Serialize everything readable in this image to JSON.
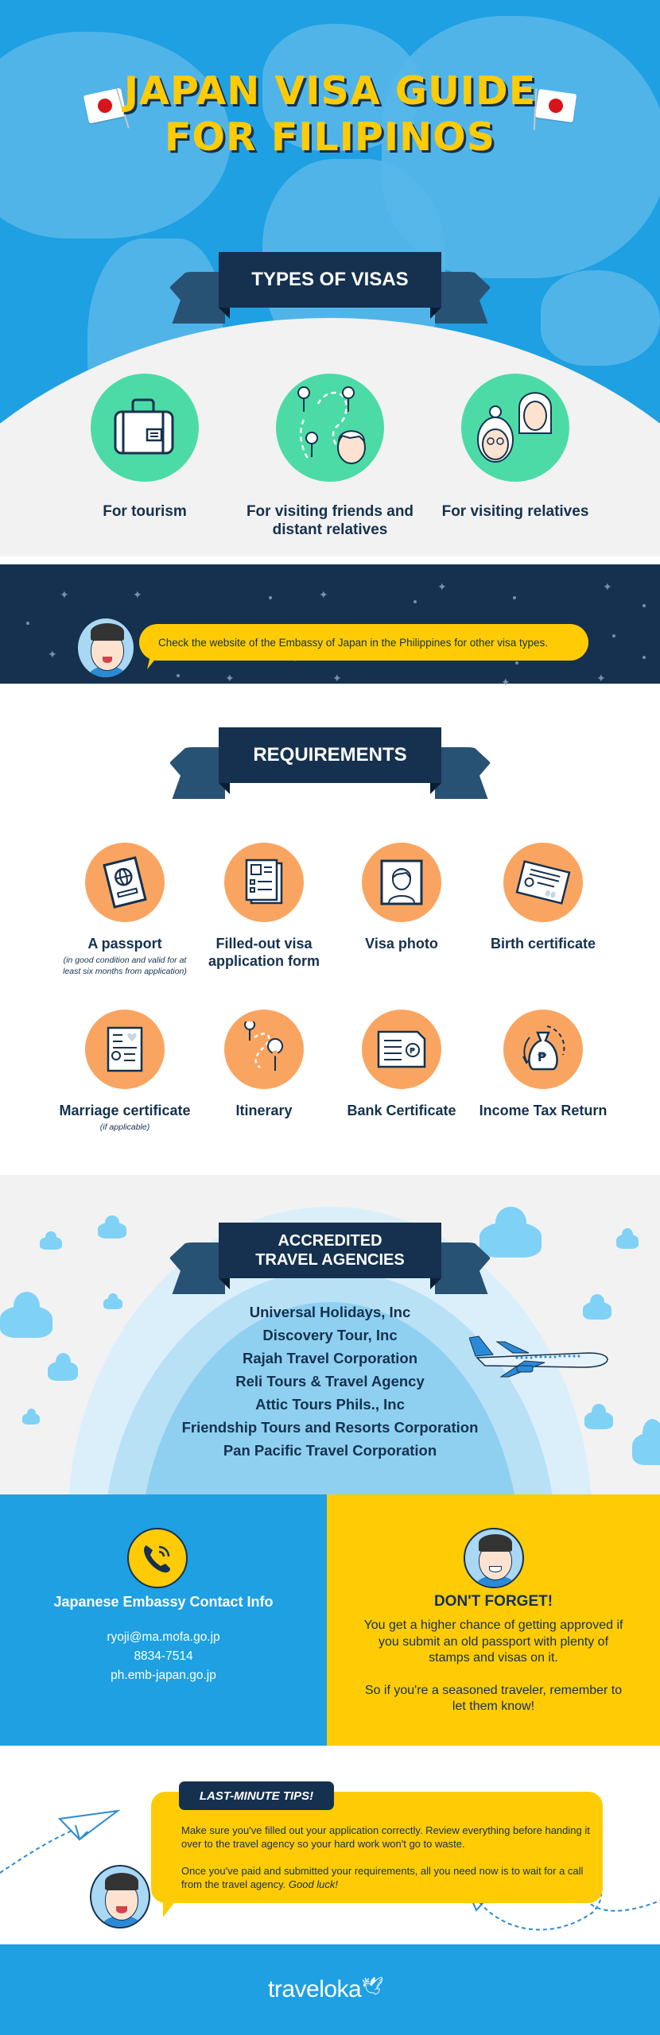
{
  "header": {
    "title_line1": "JAPAN VISA GUIDE",
    "title_line2": "FOR FILIPINOS",
    "flag_icon": "japan-flag-icon"
  },
  "visa_types": {
    "heading": "TYPES OF VISAS",
    "items": [
      {
        "label": "For tourism",
        "icon": "suitcase-icon"
      },
      {
        "label": "For visiting friends and distant relatives",
        "icon": "map-pins-person-icon"
      },
      {
        "label": "For visiting relatives",
        "icon": "elderly-relatives-icon"
      }
    ]
  },
  "embassy_tip": {
    "text": "Check the website of the Embassy of Japan in the Philippines for other visa types."
  },
  "requirements": {
    "heading": "REQUIREMENTS",
    "items": [
      {
        "label": "A passport",
        "note": "(in good condition and valid for at least six months from application)",
        "icon": "passport-icon"
      },
      {
        "label": "Filled-out visa application form",
        "note": "",
        "icon": "form-icon"
      },
      {
        "label": "Visa photo",
        "note": "",
        "icon": "photo-icon"
      },
      {
        "label": "Birth certificate",
        "note": "",
        "icon": "certificate-icon"
      },
      {
        "label": "Marriage certificate",
        "note": "(if applicable)",
        "icon": "marriage-certificate-icon"
      },
      {
        "label": "Itinerary",
        "note": "",
        "icon": "itinerary-icon"
      },
      {
        "label": "Bank Certificate",
        "note": "",
        "icon": "bank-certificate-icon"
      },
      {
        "label": "Income Tax Return",
        "note": "",
        "icon": "money-bag-icon"
      }
    ]
  },
  "agencies": {
    "heading_line1": "ACCREDITED",
    "heading_line2": "TRAVEL AGENCIES",
    "list": [
      "Universal Holidays, Inc",
      "Discovery Tour, Inc",
      "Rajah Travel Corporation",
      "Reli Tours & Travel Agency",
      "Attic Tours Phils., Inc",
      "Friendship Tours and Resorts Corporation",
      "Pan Pacific Travel Corporation"
    ]
  },
  "contact": {
    "title": "Japanese Embassy Contact Info",
    "email": "ryoji@ma.mofa.go.jp",
    "phone": "8834-7514",
    "website": "ph.emb-japan.go.jp"
  },
  "dont_forget": {
    "title": "DON'T FORGET!",
    "paragraph1": "You get a higher chance of getting approved if you submit an old passport with plenty of stamps and visas on it.",
    "paragraph2": "So if you're a seasoned traveler, remember to let them know!"
  },
  "last_minute": {
    "title": "LAST-MINUTE TIPS!",
    "paragraph1": "Make sure you've filled out your application correctly. Review everything before handing it over to the travel agency so your hard work won't go to waste.",
    "paragraph2_main": "Once you've paid and submitted your requirements, all you need now is to wait for a call from the travel agency. ",
    "paragraph2_em": "Good luck!"
  },
  "footer": {
    "brand": "traveloka"
  },
  "colors": {
    "sky_blue": "#1ea0e2",
    "navy": "#15314f",
    "yellow": "#ffcb05",
    "green": "#4cdba6",
    "orange": "#f9a561",
    "light_gray": "#f2f2f2"
  }
}
